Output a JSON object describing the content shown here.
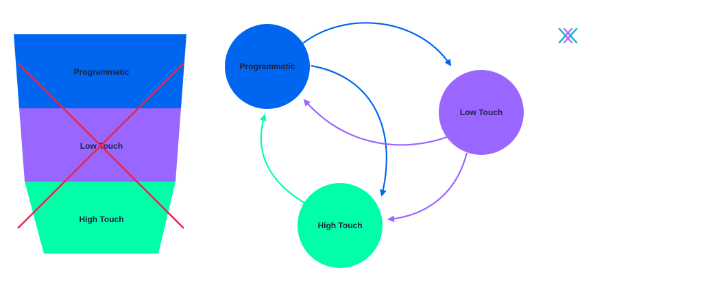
{
  "colors": {
    "programmatic": "#0066f0",
    "low_touch": "#9966ff",
    "high_touch": "#00ffa8",
    "cross": "#e8264a",
    "logo_primary": "#1db4c8",
    "logo_secondary": "#9966ff"
  },
  "funnel": {
    "layers": [
      {
        "label": "Programmatic",
        "color": "#0066f0"
      },
      {
        "label": "Low Touch",
        "color": "#9966ff"
      },
      {
        "label": "High Touch",
        "color": "#00ffa8"
      }
    ],
    "crossed_out": true
  },
  "cycle": {
    "nodes": [
      {
        "label": "Programmatic",
        "color": "#0066f0"
      },
      {
        "label": "Low Touch",
        "color": "#9966ff"
      },
      {
        "label": "High Touch",
        "color": "#00ffa8"
      }
    ],
    "arrows": [
      {
        "from": "Programmatic",
        "to": "Low Touch",
        "color": "#0066f0"
      },
      {
        "from": "Programmatic",
        "to": "High Touch",
        "color": "#0066f0"
      },
      {
        "from": "Low Touch",
        "to": "Programmatic",
        "color": "#9966ff"
      },
      {
        "from": "Low Touch",
        "to": "High Touch",
        "color": "#9966ff"
      },
      {
        "from": "High Touch",
        "to": "Programmatic",
        "color": "#00ffa8"
      }
    ]
  },
  "logo": {
    "icon": "x-chevrons-logo-icon"
  }
}
